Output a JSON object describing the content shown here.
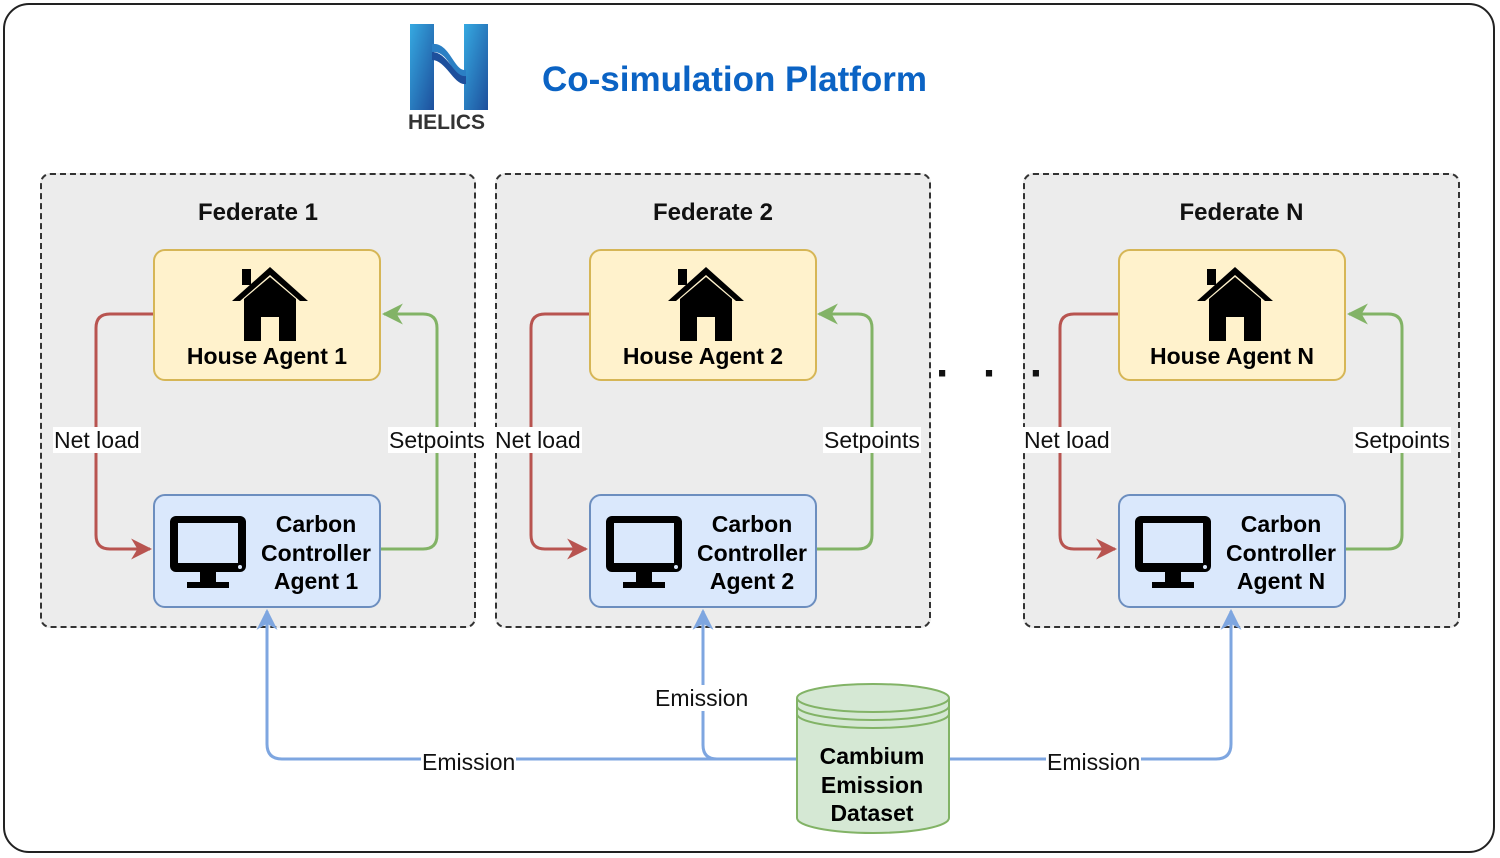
{
  "platform": {
    "title": "Co-simulation Platform",
    "logo_text": "HELICS",
    "ellipsis": "· · ·"
  },
  "federates": [
    {
      "title": "Federate 1",
      "house_label": "House Agent 1",
      "controller_lines": [
        "Carbon",
        "Controller",
        "Agent 1"
      ],
      "net_load_label": "Net load",
      "setpoints_label": "Setpoints"
    },
    {
      "title": "Federate 2",
      "house_label": "House Agent 2",
      "controller_lines": [
        "Carbon",
        "Controller",
        "Agent 2"
      ],
      "net_load_label": "Net load",
      "setpoints_label": "Setpoints"
    },
    {
      "title": "Federate N",
      "house_label": "House Agent N",
      "controller_lines": [
        "Carbon",
        "Controller",
        "Agent N"
      ],
      "net_load_label": "Net load",
      "setpoints_label": "Setpoints"
    }
  ],
  "dataset": {
    "lines": [
      "Cambium",
      "Emission",
      "Dataset"
    ]
  },
  "emission_labels": [
    "Emission",
    "Emission",
    "Emission"
  ],
  "colors": {
    "title_blue": "#0b63c4",
    "net_load_arrow": "#b85450",
    "setpoints_arrow": "#82b366",
    "emission_arrow": "#7ea6e0",
    "house_fill": "#fff2cc",
    "controller_fill": "#dae8fc",
    "dataset_fill": "#d5e8d4"
  },
  "icons": [
    "helics-logo",
    "house-icon",
    "monitor-icon",
    "database-icon"
  ]
}
